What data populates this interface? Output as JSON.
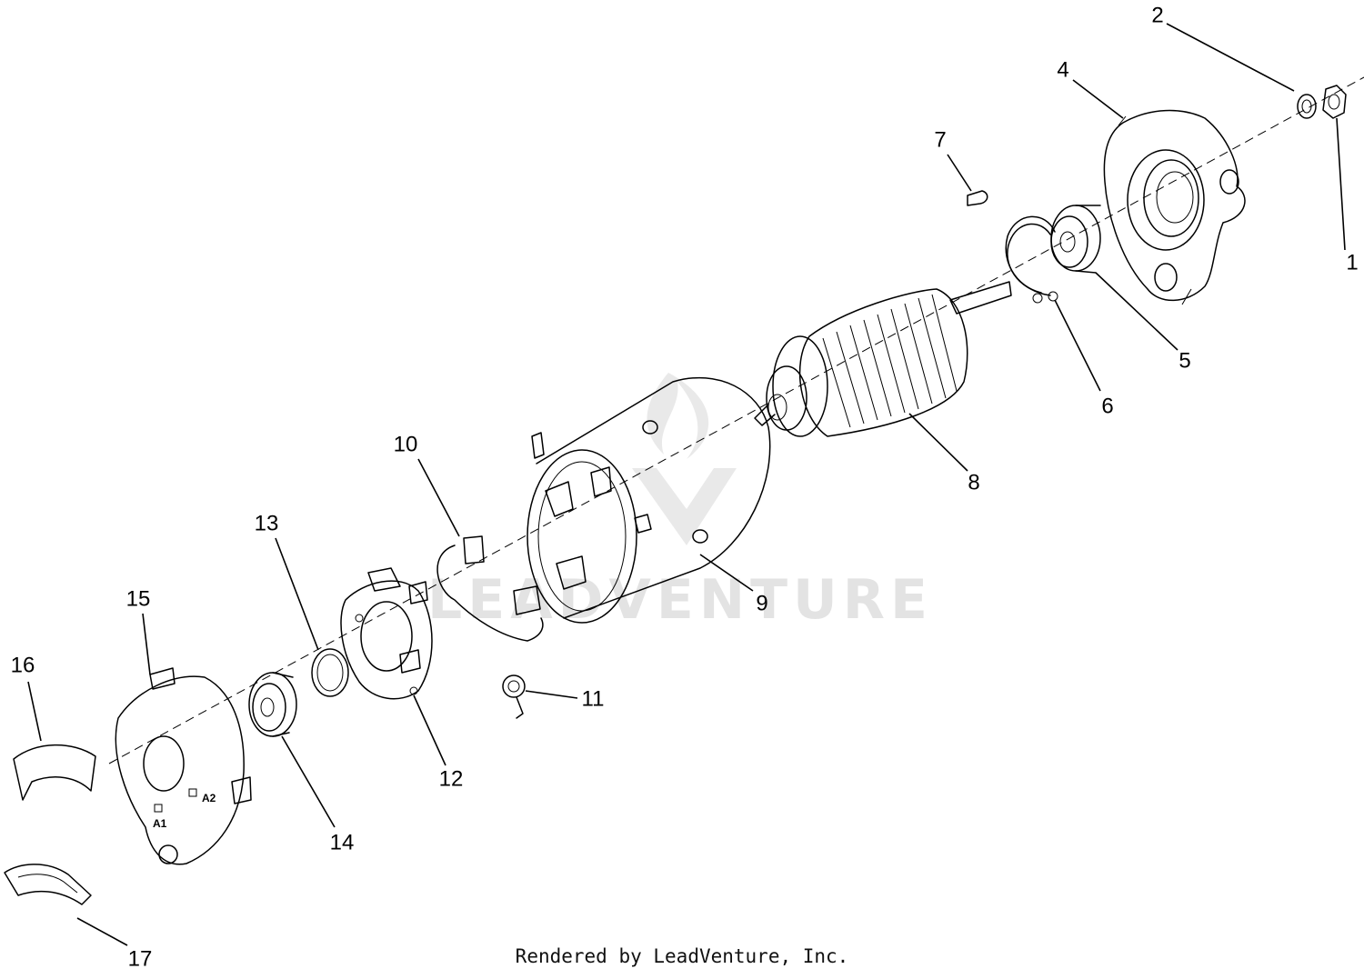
{
  "diagram": {
    "callouts": [
      "1",
      "2",
      "4",
      "5",
      "6",
      "7",
      "8",
      "9",
      "10",
      "11",
      "12",
      "13",
      "14",
      "15",
      "16",
      "17"
    ],
    "terminal_labels": {
      "a1": "A1",
      "a2": "A2"
    },
    "watermark": "LEADVENTURE"
  },
  "footer": {
    "credit": "Rendered by LeadVenture, Inc."
  }
}
